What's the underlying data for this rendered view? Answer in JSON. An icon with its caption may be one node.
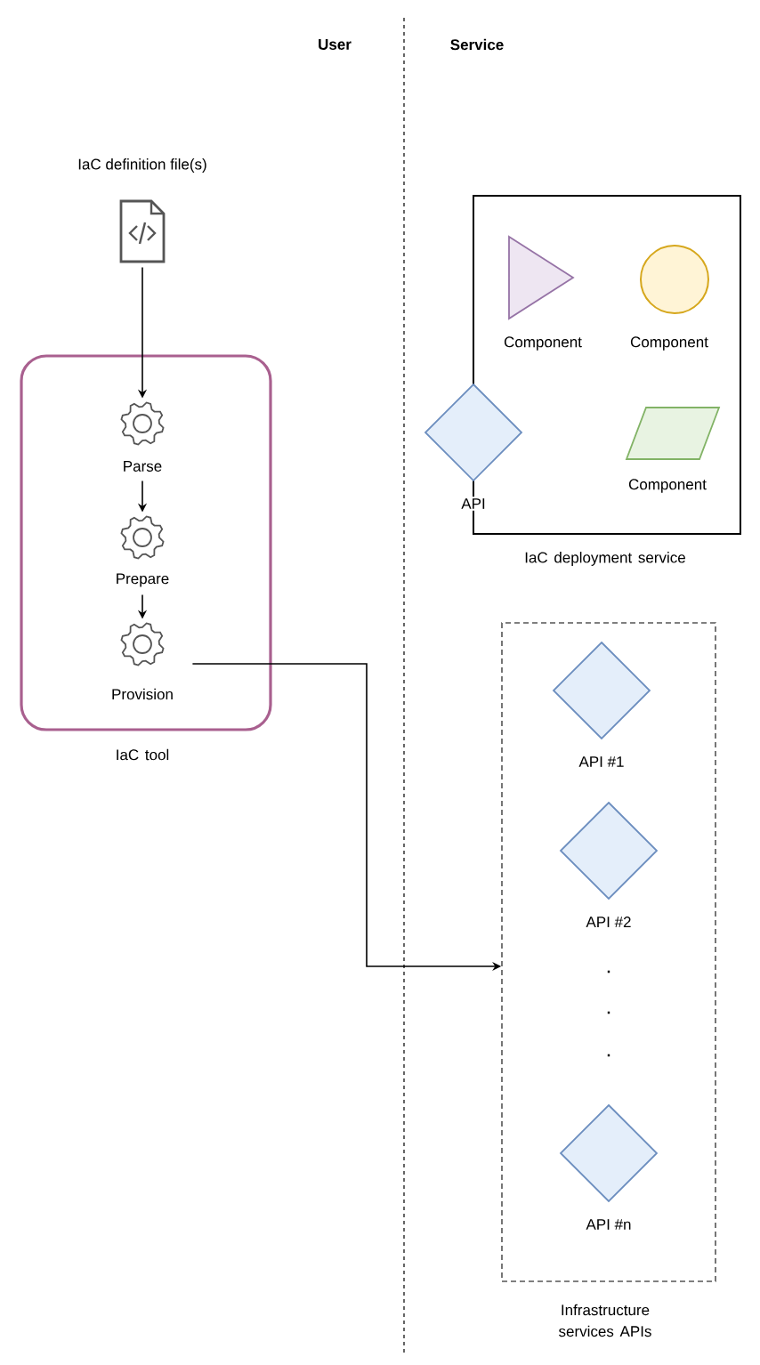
{
  "diagram": {
    "nodes": [
      {
        "text": [
          "IaC tool"
        ]
      },
      {
        "text": [
          "IaC definition file(s)"
        ]
      },
      {
        "text": [
          "Parse"
        ],
        "in": 0
      },
      {
        "text": [
          "Prepare"
        ],
        "in": 0
      },
      {
        "text": [
          "Provision"
        ],
        "in": 0
      },
      {
        "text": [
          "IaC deployment service"
        ]
      },
      {
        "text": [
          "Component"
        ],
        "in": 5
      },
      {
        "text": [
          "Component"
        ],
        "in": 5
      },
      {
        "text": [
          "API"
        ]
      },
      {
        "text": [
          "Component"
        ],
        "in": 5
      },
      {
        "text": [
          "Infrastructure services APIs"
        ]
      },
      {
        "text": [
          "API #1"
        ],
        "in": 10
      },
      {
        "text": [
          "API #2"
        ],
        "in": 10
      },
      {
        "text": [
          "API #n"
        ],
        "in": 10
      }
    ],
    "edges": [
      {
        "from": 1,
        "to": 2,
        "arrow": "to"
      },
      {
        "from": 2,
        "to": 3,
        "arrow": "to"
      },
      {
        "from": 3,
        "to": 4,
        "arrow": "to"
      },
      {
        "from": 4,
        "to": 10,
        "arrow": "to"
      }
    ],
    "labels": [
      "User",
      "Service",
      ".",
      ".",
      "."
    ]
  }
}
